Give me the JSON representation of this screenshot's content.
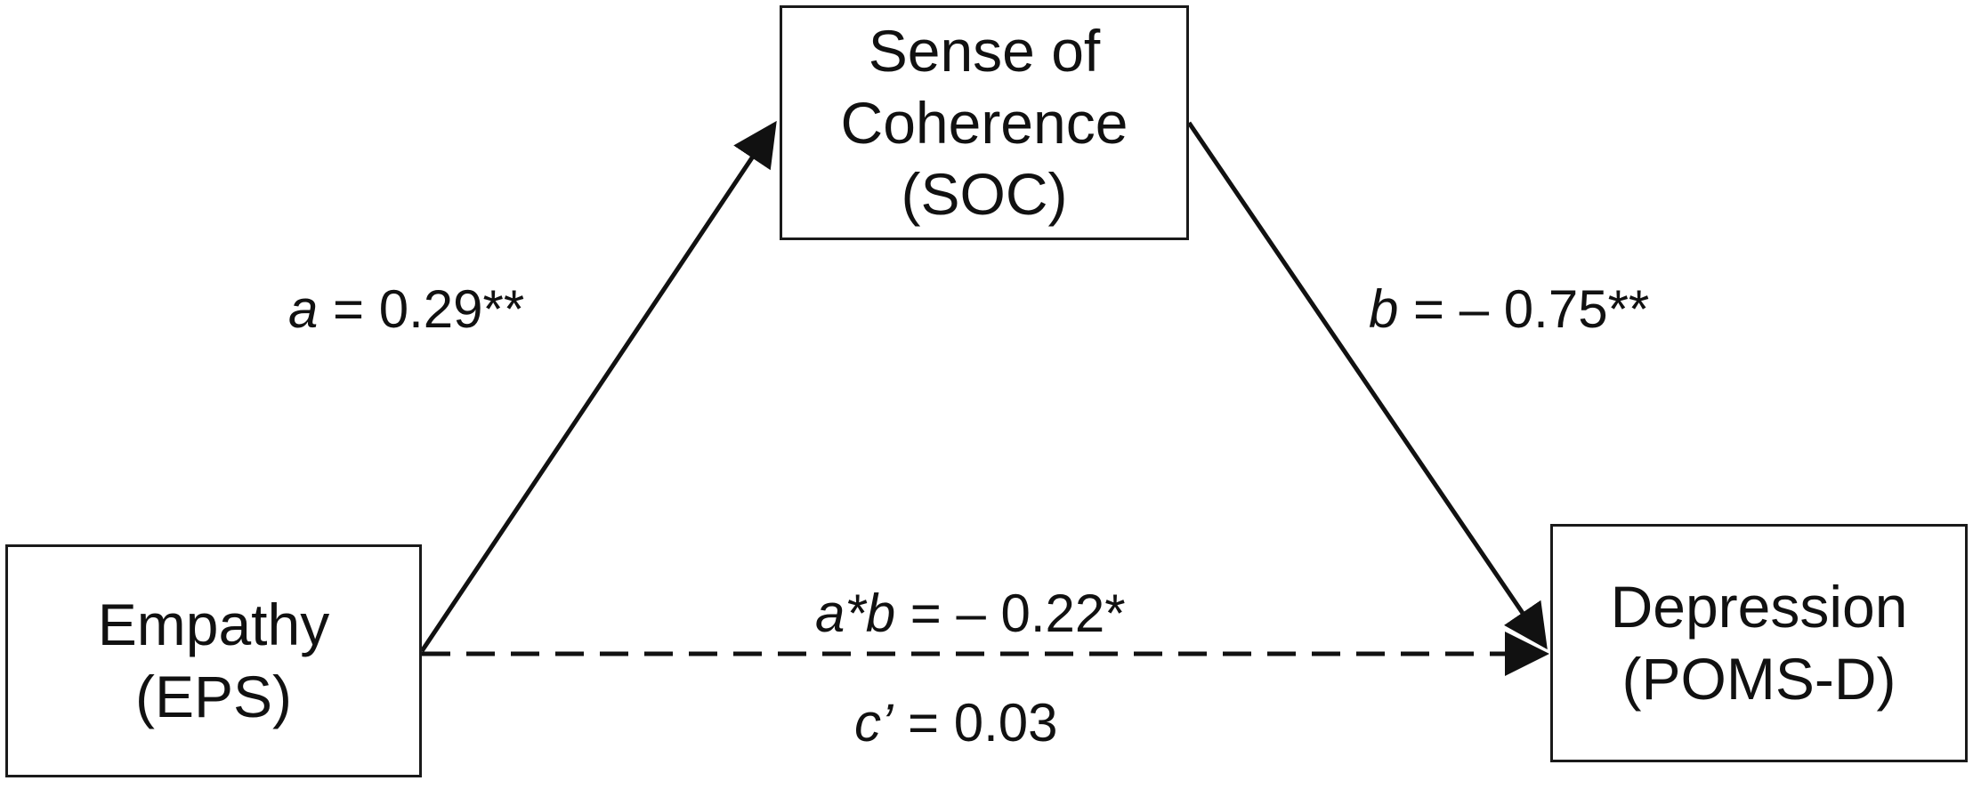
{
  "nodes": {
    "mediator": {
      "lines": [
        "Sense of",
        "Coherence",
        "(SOC)"
      ]
    },
    "predictor": {
      "lines": [
        "Empathy",
        "(EPS)"
      ]
    },
    "outcome": {
      "lines": [
        "Depression",
        "(POMS-D)"
      ]
    }
  },
  "paths": {
    "a": {
      "symbol": "a",
      "text": " = 0.29**"
    },
    "b": {
      "symbol": "b",
      "text": " = – 0.75**"
    },
    "indirect": {
      "symbol": "a*b",
      "text": " = – 0.22*"
    },
    "direct": {
      "symbol": "c’",
      "text": " = 0.03"
    }
  },
  "colors": {
    "line": "#111111",
    "box_border": "#1a1a1a",
    "background": "#ffffff"
  }
}
